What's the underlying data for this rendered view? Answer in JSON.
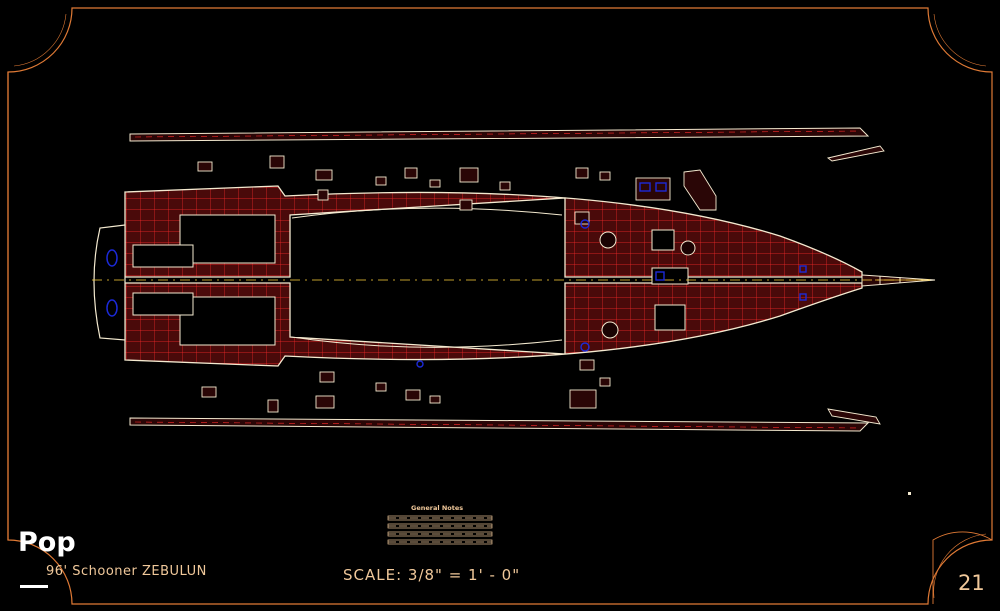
{
  "brand": "Pop",
  "vessel_name": "96' Schooner ZEBULUN",
  "scale_label": "SCALE:  3/8\"  =  1' - 0\"",
  "sheet_number": "21",
  "notes_title": "General Notes",
  "colors": {
    "background": "#000000",
    "border": "#e07a35",
    "hull_outline": "#f4ead0",
    "deck_fill": "#5a0d0d",
    "deck_grid": "#ff2a2a",
    "centerline": "#ffd23c",
    "accent_blue": "#1c2ad8",
    "text": "#f0c89a"
  }
}
